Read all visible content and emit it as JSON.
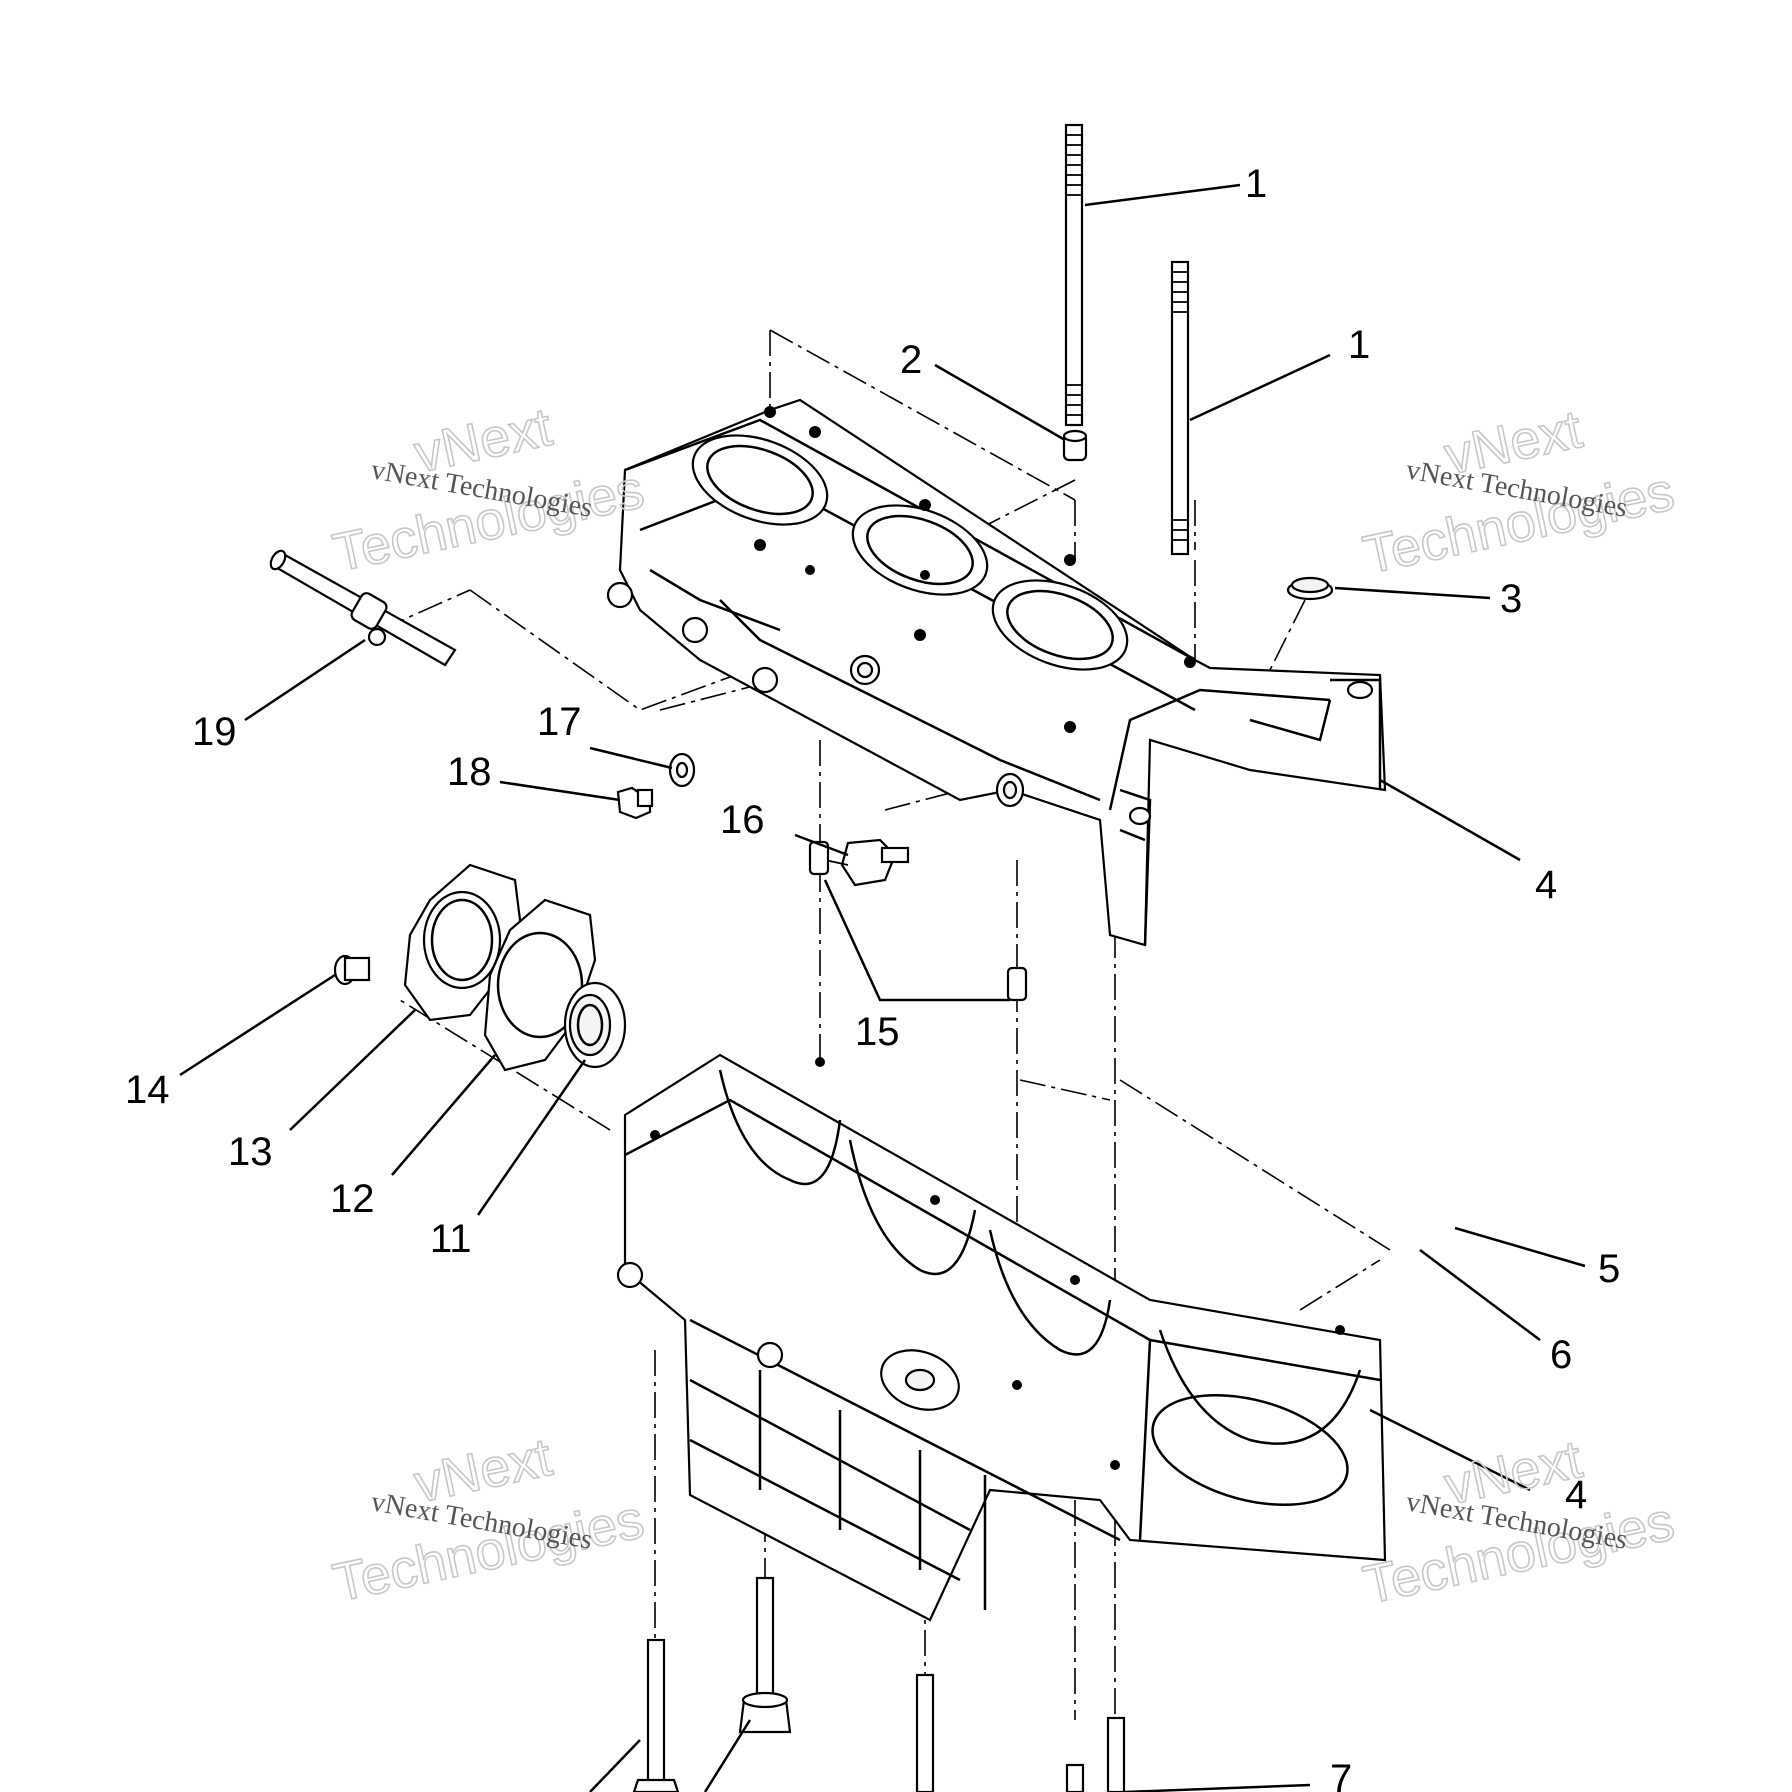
{
  "watermark": {
    "large_line1": "vNext",
    "large_line2": "Technologies",
    "small": "vNext Technologies"
  },
  "callouts": [
    "1",
    "1",
    "2",
    "3",
    "4",
    "4",
    "5",
    "6",
    "7",
    "11",
    "12",
    "13",
    "14",
    "15",
    "16",
    "17",
    "18",
    "19"
  ]
}
